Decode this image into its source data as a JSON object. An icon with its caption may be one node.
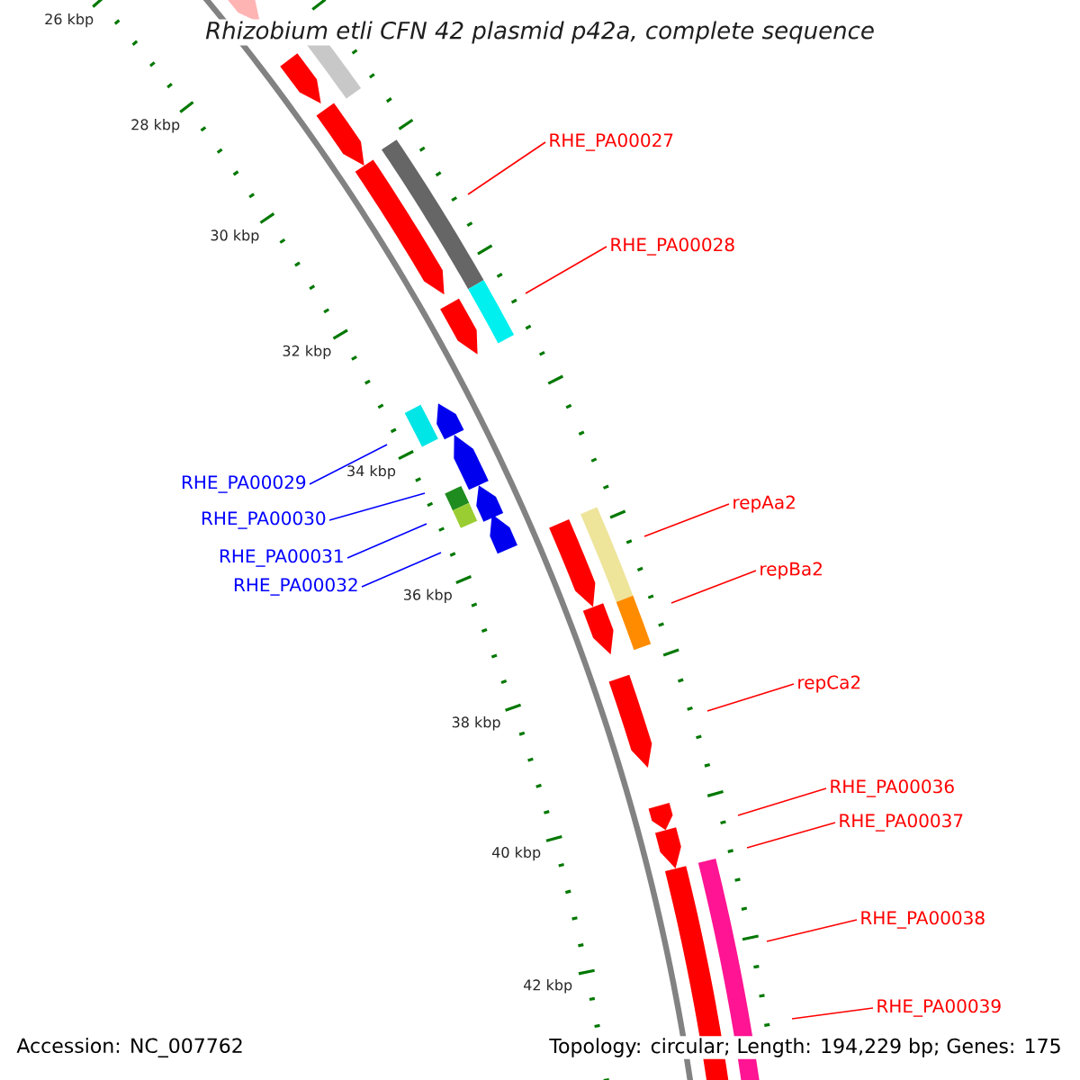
{
  "diagram": {
    "title": "Rhizobium etli CFN 42 plasmid p42a, complete sequence",
    "nodes": [
      {
        "text": [
          "RHE_PA00027"
        ]
      },
      {
        "text": [
          "RHE_PA00028"
        ]
      },
      {
        "text": [
          "RHE_PA00029"
        ]
      },
      {
        "text": [
          "repAa2"
        ]
      },
      {
        "text": [
          "RHE_PA00030"
        ]
      },
      {
        "text": [
          "RHE_PA00031"
        ]
      },
      {
        "text": [
          "repBa2"
        ]
      },
      {
        "text": [
          "RHE_PA00032"
        ]
      },
      {
        "text": [
          "repCa2"
        ]
      },
      {
        "text": [
          "RHE_PA00036"
        ]
      },
      {
        "text": [
          "RHE_PA00037"
        ]
      },
      {
        "text": [
          "RHE_PA00038"
        ]
      },
      {
        "text": [
          "RHE_PA00039"
        ]
      }
    ],
    "edges": [
      {
        "from": 0,
        "to": null,
        "arrow": "none"
      },
      {
        "from": 1,
        "to": null,
        "arrow": "none"
      },
      {
        "from": 2,
        "to": null,
        "arrow": "none",
        "color": "#0000ff"
      },
      {
        "from": 3,
        "to": null,
        "arrow": "none"
      },
      {
        "from": 4,
        "to": null,
        "arrow": "none",
        "color": "#0000ff"
      },
      {
        "from": 5,
        "to": null,
        "arrow": "none",
        "color": "#0000ff"
      },
      {
        "from": 6,
        "to": null,
        "arrow": "none"
      },
      {
        "from": 7,
        "to": null,
        "arrow": "none",
        "color": "#0000ff"
      },
      {
        "from": 8,
        "to": null,
        "arrow": "none"
      },
      {
        "from": 9,
        "to": null,
        "arrow": "none"
      },
      {
        "from": 10,
        "to": null,
        "arrow": "none"
      },
      {
        "from": 11,
        "to": null,
        "arrow": "none"
      },
      {
        "from": 12,
        "to": null,
        "arrow": "none"
      }
    ],
    "labels": [
      "26 kbp",
      "28 kbp",
      "30 kbp",
      "32 kbp",
      "34 kbp",
      "36 kbp",
      "38 kbp",
      "40 kbp",
      "42 kbp",
      "Accession: NC_007762",
      "Topology: circular; Length: 194,229 bp; Genes: 175"
    ]
  }
}
